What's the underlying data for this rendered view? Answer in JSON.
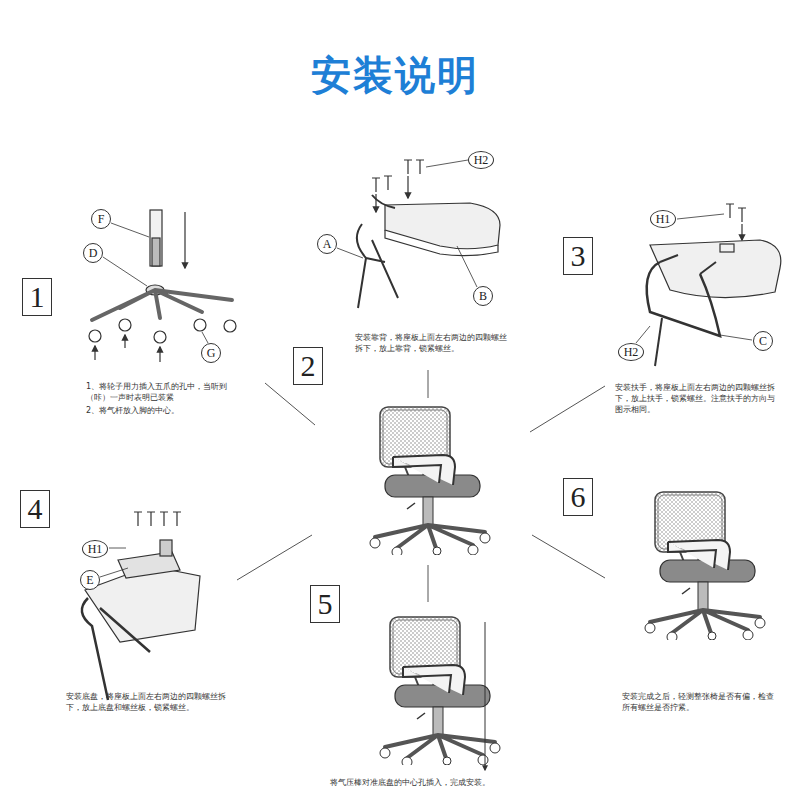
{
  "diagram": {
    "title": "安装说明",
    "nodes": [
      {
        "text": [
          "1"
        ]
      },
      {
        "text": [
          "F"
        ]
      },
      {
        "text": [
          "D"
        ]
      },
      {
        "text": [
          "G"
        ]
      },
      {
        "text": [
          "2"
        ]
      },
      {
        "text": [
          "A"
        ]
      },
      {
        "text": [
          "B"
        ]
      },
      {
        "text": [
          "H2"
        ]
      },
      {
        "text": [
          "3"
        ]
      },
      {
        "text": [
          "H1"
        ]
      },
      {
        "text": [
          "C"
        ]
      },
      {
        "text": [
          "H2"
        ]
      },
      {
        "text": [
          "4"
        ]
      },
      {
        "text": [
          "H1"
        ]
      },
      {
        "text": [
          "E"
        ]
      },
      {
        "text": [
          "5"
        ]
      },
      {
        "text": [
          "6"
        ]
      }
    ],
    "labels": [
      "1、将轮子用力插入五爪的孔中，当听到（咔）一声时表明已装紧",
      "2、将气杆放入脚的中心。",
      "安装靠背，将座板上面左右两边的四颗螺丝拆下，放上靠背，锁紧螺丝。",
      "安装扶手，将座板上面左右两边的四颗螺丝拆下，放上扶手，锁紧螺丝。注意扶手的方向与图示相同。",
      "安装底盘，将座板上面左右两边的四颗螺丝拆下，放上底盘和螺丝板，锁紧螺丝。",
      "将气压棒对准底盘的中心孔插入，完成安装。",
      "安装完成之后，轻测整张椅是否有偏，检查所有螺丝是否拧紧。"
    ]
  }
}
